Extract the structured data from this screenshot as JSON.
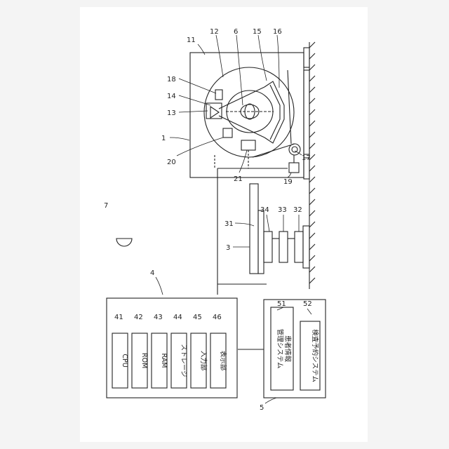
{
  "labels": {
    "n1": "1",
    "n3": "3",
    "n4": "4",
    "n5": "5",
    "n6": "6",
    "n7": "7",
    "n11": "11",
    "n12": "12",
    "n13": "13",
    "n14": "14",
    "n15": "15",
    "n16": "16",
    "n17": "17",
    "n18": "18",
    "n19": "19",
    "n20": "20",
    "n21": "21",
    "n31": "31",
    "n32": "32",
    "n33": "33",
    "n34": "34",
    "n41": "41",
    "n42": "42",
    "n43": "43",
    "n44": "44",
    "n45": "45",
    "n46": "46",
    "n51": "51",
    "n52": "52"
  },
  "console_units": [
    {
      "id": "41",
      "text": "CPU"
    },
    {
      "id": "42",
      "text": "ROM"
    },
    {
      "id": "43",
      "text": "RAM"
    },
    {
      "id": "44",
      "text": "ストレージ"
    },
    {
      "id": "45",
      "text": "入力部"
    },
    {
      "id": "46",
      "text": "表示部"
    }
  ],
  "systems": [
    {
      "id": "51",
      "line1": "患者情報",
      "line2": "管理システム"
    },
    {
      "id": "52",
      "line1": "検査予約システム"
    }
  ]
}
